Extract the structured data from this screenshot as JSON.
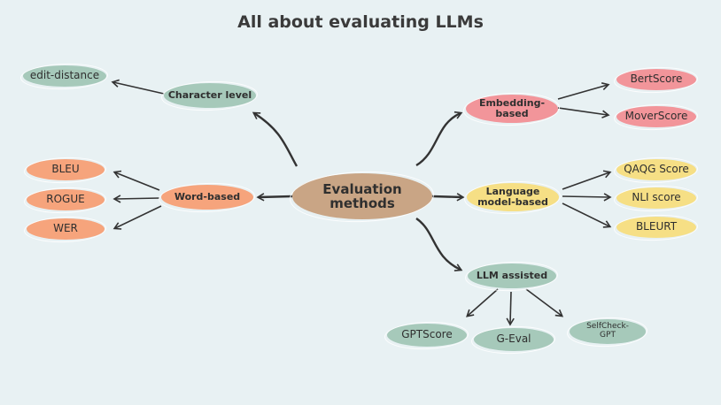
{
  "title": "All about evaluating LLMs",
  "colors": {
    "green": "#a6c9ba",
    "orange": "#f6a47c",
    "pink": "#f2959a",
    "yellow": "#f6df85",
    "center": "#c9a585",
    "arrow": "#333333"
  },
  "center": {
    "label": "Evaluation methods"
  },
  "branches": [
    {
      "id": "character-level",
      "label": "Character level",
      "color": "green",
      "children": [
        "edit-distance"
      ]
    },
    {
      "id": "word-based",
      "label": "Word-based",
      "color": "orange",
      "children": [
        "BLEU",
        "ROGUE",
        "WER"
      ]
    },
    {
      "id": "embedding-based",
      "label": "Embedding-based",
      "color": "pink",
      "children": [
        "BertScore",
        "MoverScore"
      ]
    },
    {
      "id": "language-model-based",
      "label": "Language model-based",
      "color": "yellow",
      "children": [
        "QAQG Score",
        "NLI score",
        "BLEURT"
      ]
    },
    {
      "id": "llm-assisted",
      "label": "LLM assisted",
      "color": "green",
      "children": [
        "GPTScore",
        "G-Eval",
        "SelfCheck-GPT"
      ]
    }
  ]
}
